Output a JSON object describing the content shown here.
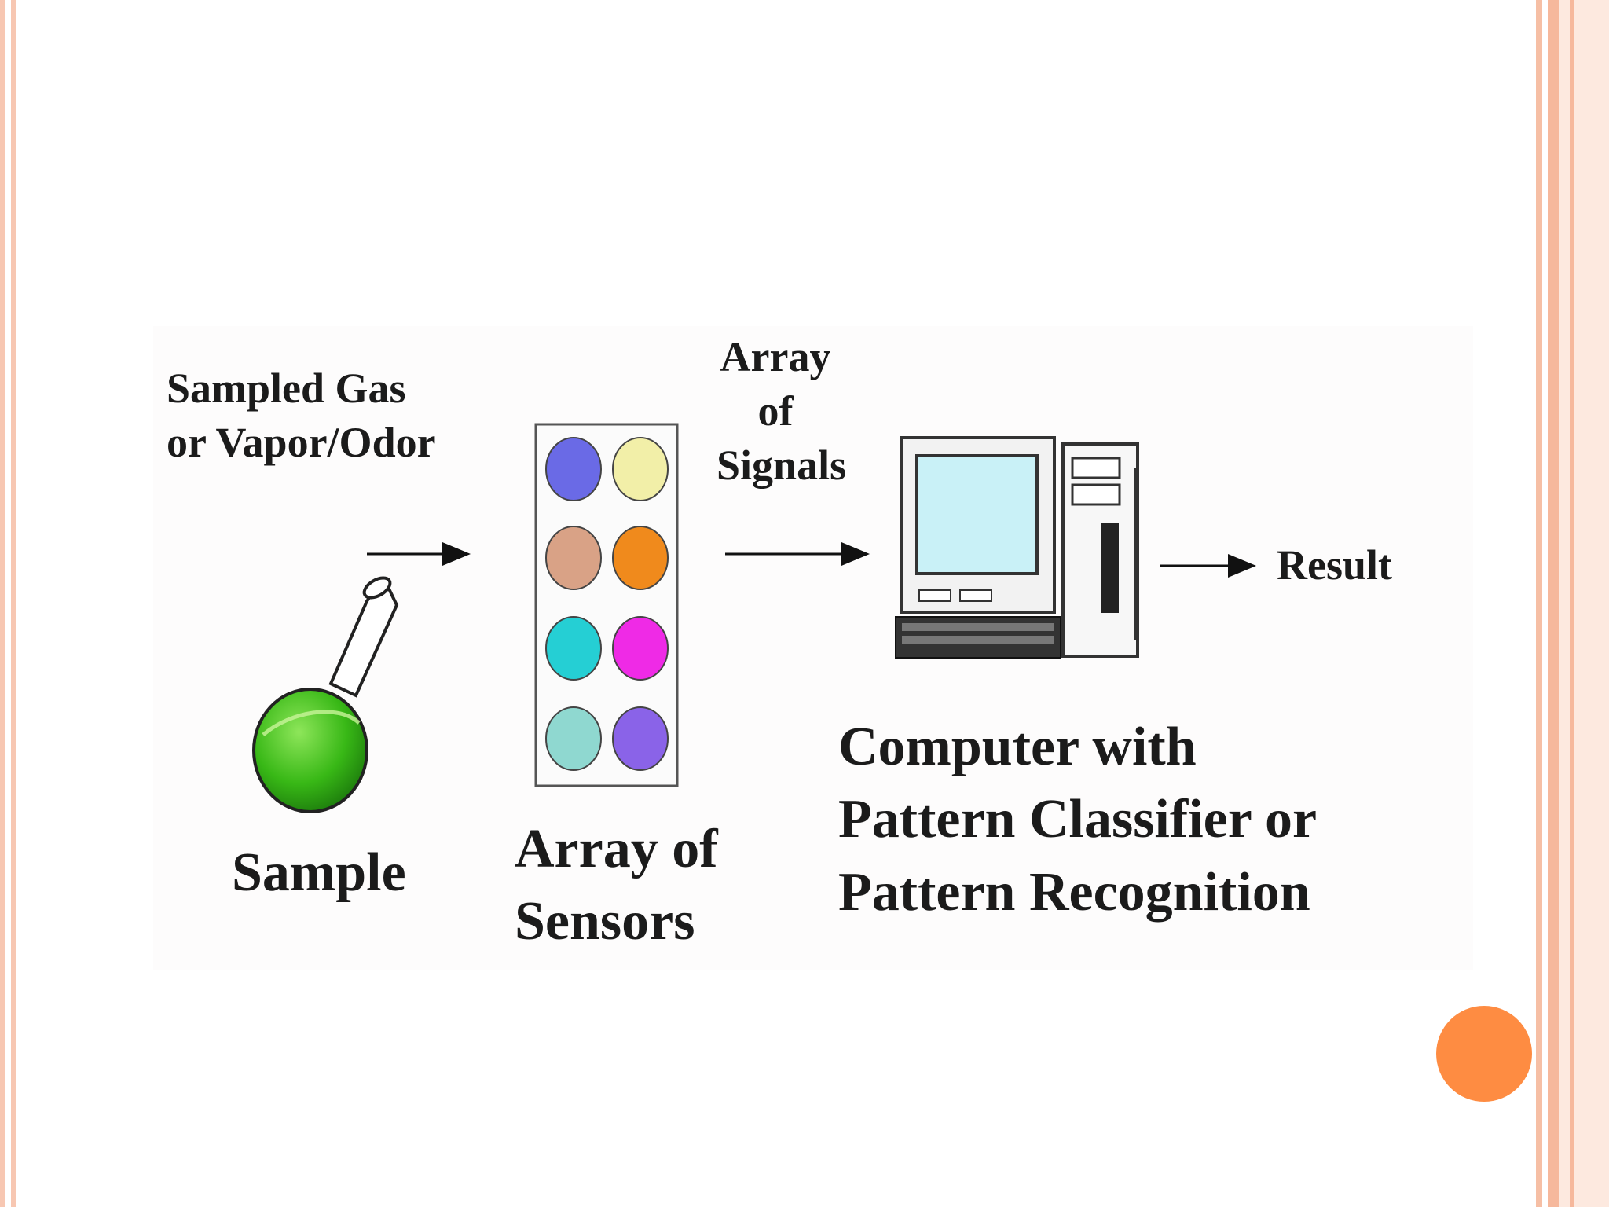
{
  "diagram": {
    "labels": {
      "sampled_gas": "Sampled Gas\nor Vapor/Odor",
      "array_signals": "Array\nof\nSignals",
      "result": "Result",
      "sample": "Sample",
      "array_sensors": "Array of\nSensors",
      "computer": "Computer with\nPattern Classifier or\nPattern Recognition"
    },
    "sensor_colors": [
      "#6a6ae6",
      "#f2efa8",
      "#d9a286",
      "#f08a1c",
      "#25cfd4",
      "#ef2ae6",
      "#8fd8d0",
      "#8a63e8"
    ]
  },
  "colors": {
    "accent": "#fe8c42",
    "border": "#f6b89c"
  }
}
